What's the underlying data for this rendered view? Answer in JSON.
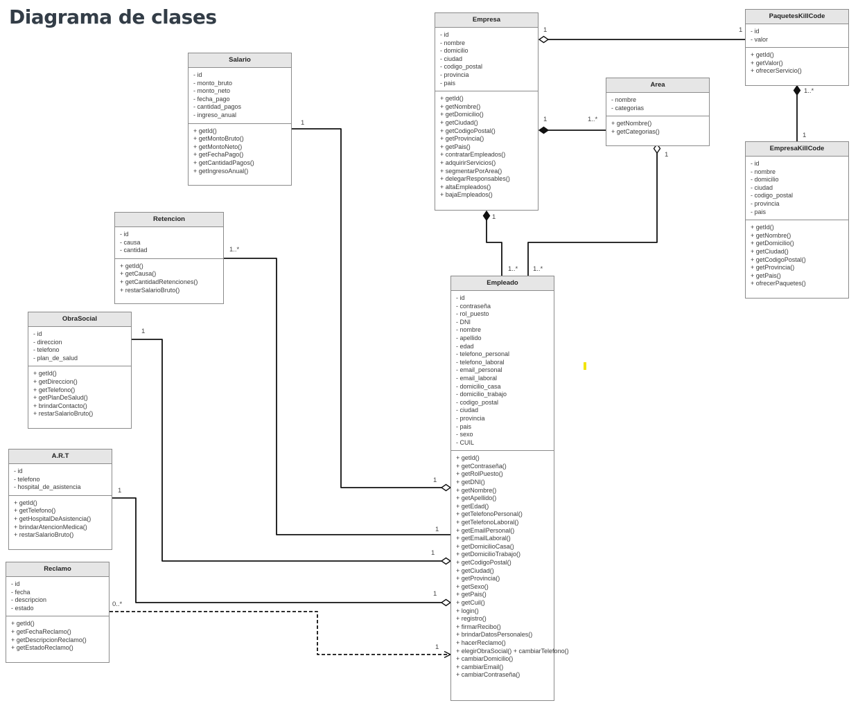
{
  "title": "Diagrama de clases",
  "colors": {
    "line": "#111111",
    "header_bg": "#e6e6e6",
    "border": "#8a8a8a",
    "title": "#333d47",
    "cursor": "#f2e400"
  },
  "classes": [
    {
      "key": "empresa",
      "name": "Empresa",
      "attributes": [
        "- id",
        "- nombre",
        "- domicilio",
        "- ciudad",
        "- codigo_postal",
        "- provincia",
        "- pais"
      ],
      "methods": [
        "+ getId()",
        "+ getNombre()",
        "+ getDomicilio()",
        "+ getCiudad()",
        "+ getCodigoPostal()",
        "+ getProvincia()",
        "+ getPais()",
        "+ contratarEmpleados()",
        "+ adquirirServicios()",
        "+ segmentarPorArea()",
        "+ delegarResponsables()",
        "+ altaEmpleados()",
        "+ bajaEmpleados()"
      ]
    },
    {
      "key": "paquetes",
      "name": "PaquetesKillCode",
      "attributes": [
        "- id",
        "- valor"
      ],
      "methods": [
        "+ getId()",
        "+ getValor()",
        "+ ofrecerServicio()"
      ]
    },
    {
      "key": "area",
      "name": "Area",
      "attributes": [
        "- nombre",
        "- categorias"
      ],
      "methods": [
        "+ getNombre()",
        "+ getCategorias()"
      ]
    },
    {
      "key": "empresakc",
      "name": "EmpresaKillCode",
      "attributes": [
        "- id",
        "- nombre",
        "- domicilio",
        "- ciudad",
        "- codigo_postal",
        "- provincia",
        "- pais"
      ],
      "methods": [
        "+ getId()",
        "+ getNombre()",
        "+ getDomicilio()",
        "+ getCiudad()",
        "+ getCodigoPostal()",
        "+ getProvincia()",
        "+ getPais()",
        "+ ofrecerPaquetes()"
      ]
    },
    {
      "key": "salario",
      "name": "Salario",
      "attributes": [
        "- id",
        "- monto_bruto",
        "- monto_neto",
        "- fecha_pago",
        "- cantidad_pagos",
        "- ingreso_anual"
      ],
      "methods": [
        "+ getId()",
        "+ getMontoBruto()",
        "+ getMontoNeto()",
        "+ getFechaPago()",
        "+ getCantidadPagos()",
        "+ getIngresoAnual()"
      ]
    },
    {
      "key": "retencion",
      "name": "Retencion",
      "attributes": [
        "- id",
        "- causa",
        "- cantidad"
      ],
      "methods": [
        "+ getId()",
        "+ getCausa()",
        "+ getCantidadRetenciones()",
        "+ restarSalarioBruto()"
      ]
    },
    {
      "key": "obrasocial",
      "name": "ObraSocial",
      "attributes": [
        "- id",
        "- direccion",
        "- telefono",
        "- plan_de_salud"
      ],
      "methods": [
        "+ getId()",
        "+ getDireccion()",
        "+ getTelefono()",
        "+ getPlanDeSalud()",
        "+ brindarContacto()",
        "+ restarSalarioBruto()"
      ]
    },
    {
      "key": "art",
      "name": "A.R.T",
      "attributes": [
        "- id",
        "- telefono",
        "- hospital_de_asistencia"
      ],
      "methods": [
        "+ getId()",
        "+ getTelefono()",
        "+ getHospitalDeAsistencia()",
        "+ brindarAtencionMedica()",
        "+ restarSalarioBruto()"
      ]
    },
    {
      "key": "reclamo",
      "name": "Reclamo",
      "attributes": [
        "- id",
        "- fecha",
        "- descripcion",
        "- estado"
      ],
      "methods": [
        "+ getId()",
        "+ getFechaReclamo()",
        "+ getDescripcionReclamo()",
        "+ getEstadoReclamo()"
      ]
    },
    {
      "key": "empleado",
      "name": "Empleado",
      "attributes": [
        "- id",
        "- contraseña",
        "- rol_puesto",
        "- DNI",
        "- nombre",
        "- apellido",
        "- edad",
        "- telefono_personal",
        "- telefono_laboral",
        "- email_personal",
        "- email_laboral",
        "- domicilio_casa",
        "- domicilio_trabajo",
        "- codigo_postal",
        "- ciudad",
        "- provincia",
        "- pais",
        "- sexo",
        "- CUIL"
      ],
      "methods": [
        "+ getId()",
        "+ getContraseña()",
        "+ getRolPuesto()",
        "+ getDNI()",
        "+ getNombre()",
        "+ getApellido()",
        "+ getEdad()",
        "+ getTelefonoPersonal()",
        "+ getTelefonoLaboral()",
        "+ getEmailPersonal()",
        "+ getEmailLaboral()",
        "+ getDomicilioCasa()",
        "+ getDomicilioTrabajo()",
        "+ getCodigoPostal()",
        "+ getCiudad()",
        "+ getProvincia()",
        "+ getSexo()",
        "+ getPais()",
        "+ getCuil()",
        " + login()",
        "+ registro()",
        "+ firmarRecibo()",
        "+ brindarDatosPersonales()",
        "+ hacerReclamo()",
        "+ elegirObraSocial() + cambiarTelefono()",
        "+ cambiarDomicilio()",
        "+ cambiarEmail()",
        "+ cambiarContraseña()"
      ]
    }
  ],
  "relations": [
    {
      "key": "empresa-paquetes",
      "from": "PaquetesKillCode",
      "to": "Empresa",
      "kind": "aggregation",
      "labels": [
        "1",
        "1"
      ]
    },
    {
      "key": "paquetes-empresakc",
      "from": "EmpresaKillCode",
      "to": "PaquetesKillCode",
      "kind": "composition",
      "labels": [
        "1..*",
        "1"
      ]
    },
    {
      "key": "empresa-area",
      "from": "Area",
      "to": "Empresa",
      "kind": "composition",
      "labels": [
        "1",
        "1..*"
      ]
    },
    {
      "key": "empresa-empleado",
      "from": "Empleado",
      "to": "Empresa",
      "kind": "composition",
      "labels": [
        "1",
        "1..*"
      ]
    },
    {
      "key": "area-empleado",
      "from": "Empleado",
      "to": "Area",
      "kind": "aggregation",
      "labels": [
        "1",
        "1..*"
      ]
    },
    {
      "key": "salario-empleado",
      "from": "Salario",
      "to": "Empleado",
      "kind": "aggregation",
      "labels": [
        "1",
        "1"
      ]
    },
    {
      "key": "retencion-empleado",
      "from": "Retencion",
      "to": "Empleado",
      "kind": "association",
      "labels": [
        "1..*",
        "1"
      ]
    },
    {
      "key": "obrasocial-empleado",
      "from": "ObraSocial",
      "to": "Empleado",
      "kind": "aggregation",
      "labels": [
        "1",
        "1"
      ]
    },
    {
      "key": "art-empleado",
      "from": "A.R.T",
      "to": "Empleado",
      "kind": "aggregation",
      "labels": [
        "1",
        "1"
      ]
    },
    {
      "key": "reclamo-empleado",
      "from": "Reclamo",
      "to": "Empleado",
      "kind": "dependency",
      "labels": [
        "0..*",
        "1"
      ]
    }
  ]
}
